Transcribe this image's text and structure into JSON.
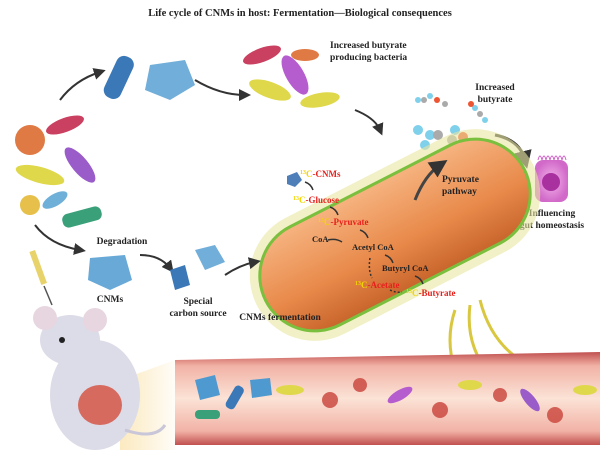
{
  "title": "Life cycle of CNMs in host: Fermentation—Biological consequences",
  "labels": {
    "increased_bacteria_1": "Increased butyrate",
    "increased_bacteria_2": "producing bacteria",
    "increased_butyrate_1": "Increased",
    "increased_butyrate_2": "butyrate",
    "pyruvate_pathway_1": "Pyruvate",
    "pyruvate_pathway_2": "pathway",
    "gut_1": "Influencing",
    "gut_2": "gut homeostasis",
    "degradation": "Degradation",
    "cnms": "CNMs",
    "special_1": "Special",
    "special_2": "carbon source",
    "fermentation": "CNMs fermentation"
  },
  "pathway": {
    "isotope_mass": "13",
    "isotope_element": "C",
    "cnms": "-CNMs",
    "glucose": "-Glucose",
    "pyruvate": "-Pyruvate",
    "coa": "CoA",
    "acetyl_coa": "Acetyl CoA",
    "butyryl_coa": "Butyryl CoA",
    "acetate": "-Acetate",
    "butyrate": "-Butyrate"
  },
  "colors": {
    "label_red": "#e8201c",
    "isotope_yellow": "#f2d500",
    "bacterium": "#e8894a"
  }
}
